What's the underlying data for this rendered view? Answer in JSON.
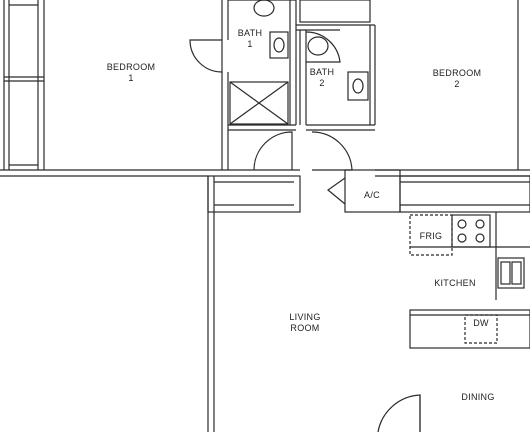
{
  "rooms": {
    "bedroom1": {
      "name": "BEDROOM",
      "number": "1"
    },
    "bath1": {
      "name": "BATH",
      "number": "1"
    },
    "bath2": {
      "name": "BATH",
      "number": "2"
    },
    "bedroom2": {
      "name": "BEDROOM",
      "number": "2"
    },
    "ac": {
      "name": "A/C"
    },
    "frig": {
      "name": "FRIG"
    },
    "kitchen": {
      "name": "KITCHEN"
    },
    "living": {
      "name": "LIVING",
      "number": "ROOM"
    },
    "dw": {
      "name": "DW"
    },
    "dining": {
      "name": "DINING"
    }
  },
  "colors": {
    "wall": "#2b2b2b",
    "fill": "#ffffff"
  }
}
